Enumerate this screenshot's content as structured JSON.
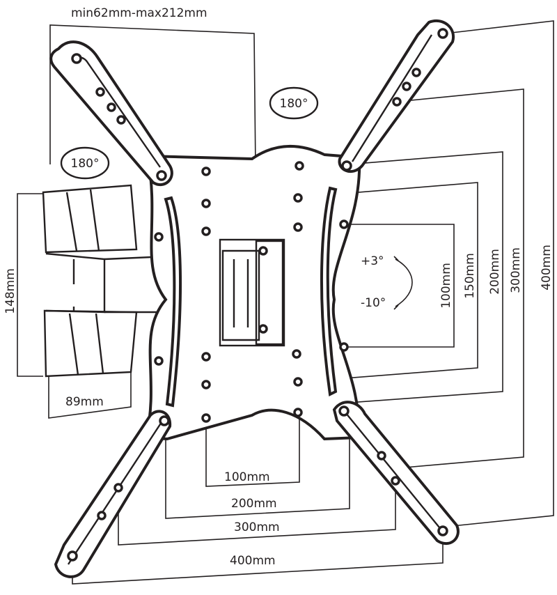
{
  "labels": {
    "arm_range": "min62mm-max212mm",
    "swivel_top": "180°",
    "swivel_left": "180°",
    "tilt_up": "+3°",
    "tilt_down": "-10°",
    "wall_height": "148mm",
    "wall_width": "89mm",
    "h_100": "100mm",
    "h_200": "200mm",
    "h_300": "300mm",
    "h_400": "400mm",
    "v_100": "100mm",
    "v_150": "150mm",
    "v_200": "200mm",
    "v_300": "300mm",
    "v_400": "400mm"
  }
}
